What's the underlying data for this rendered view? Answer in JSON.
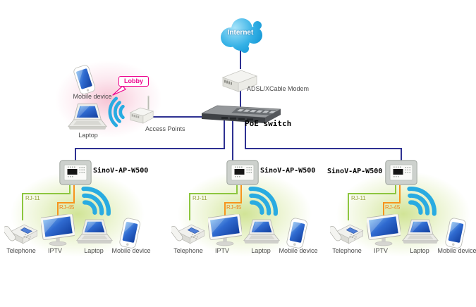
{
  "colors": {
    "line": "#2e3192",
    "wifi": "#29abe1",
    "rj11_wire": "#8dc63f",
    "rj45_wire": "#f7941d",
    "lobby_accent": "#ec008c",
    "cloud_blue": "#29abe2",
    "glow_green": "#d7e8a3",
    "glow_pink": "#f7c5d5"
  },
  "top": {
    "internet_label": "Internet",
    "modem_label": "ADSL/XCable Modem",
    "switch_label": "PoE switch"
  },
  "lobby": {
    "bubble_label": "Lobby",
    "mobile_label": "Mobile device",
    "laptop_label": "Laptop",
    "access_points_label": "Access Points"
  },
  "groups": [
    {
      "ap_label": "SinoV-AP-W500",
      "rj11_label": "RJ-11",
      "rj45_label": "RJ-45",
      "telephone_label": "Telephone",
      "iptv_label": "IPTV",
      "laptop_label": "Laptop",
      "mobile_label": "Mobile device"
    },
    {
      "ap_label": "SinoV-AP-W500",
      "rj11_label": "RJ-11",
      "rj45_label": "RJ-45",
      "telephone_label": "Telephone",
      "iptv_label": "IPTV",
      "laptop_label": "Laptop",
      "mobile_label": "Mobile device"
    },
    {
      "ap_label": "SinoV-AP-W500",
      "rj11_label": "RJ-11",
      "rj45_label": "RJ-45",
      "telephone_label": "Telephone",
      "iptv_label": "IPTV",
      "laptop_label": "Laptop",
      "mobile_label": "Mobile device"
    }
  ]
}
